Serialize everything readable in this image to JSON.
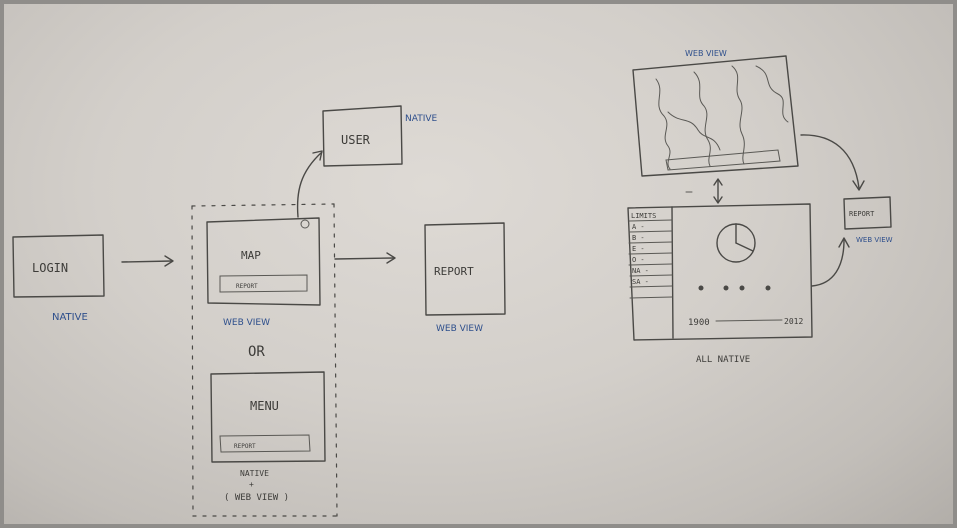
{
  "screens": {
    "login": "LOGIN",
    "login_tag": "NATIVE",
    "map": "MAP",
    "map_bar": "REPORT",
    "map_tag": "WEB VIEW",
    "or": "OR",
    "menu": "MENU",
    "menu_bar": "REPORT",
    "menu_tag_1": "NATIVE",
    "menu_tag_2": "+",
    "menu_tag_3": "( WEB VIEW )",
    "user": "USER",
    "user_tag": "NATIVE",
    "report": "REPORT",
    "report_tag": "WEB VIEW",
    "web_view_top": "WEB VIEW",
    "report_small": "REPORT",
    "report_small_tag": "WEB VIEW",
    "panel_list": [
      "LIMITS",
      "A -",
      "B -",
      "E -",
      "O -",
      "NA -",
      "SA -"
    ],
    "slider_start": "1900",
    "slider_end": "2012",
    "all_native": "ALL NATIVE"
  },
  "colors": {
    "board": "#d6d2cd",
    "ink": "#4a4946",
    "blue_ink": "#2e4f8c"
  }
}
